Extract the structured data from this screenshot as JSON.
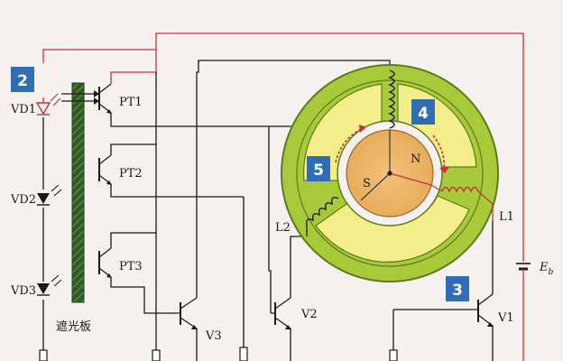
{
  "badges": {
    "b2": "2",
    "b3": "3",
    "b4": "4",
    "b5": "5"
  },
  "leds": {
    "vd1": "VD1",
    "vd2": "VD2",
    "vd3": "VD3"
  },
  "shield_label": "遮光板",
  "phototransistors": {
    "pt1": "PT1",
    "pt2": "PT2",
    "pt3": "PT3"
  },
  "transistors": {
    "v1": "V1",
    "v2": "V2",
    "v3": "V3"
  },
  "coils": {
    "l1": "L1",
    "l2": "L2"
  },
  "poles": {
    "north": "N",
    "south": "S"
  },
  "battery_main": "E",
  "battery_sub": "b",
  "colors": {
    "badge_blue": "#2f6db5",
    "stator_green": "#a8c93a",
    "slot_yellow": "#f3ee8a",
    "rotor_orange": "#e8b060",
    "wire_red": "#c8323a",
    "shield_green": "#2f5a2a"
  }
}
